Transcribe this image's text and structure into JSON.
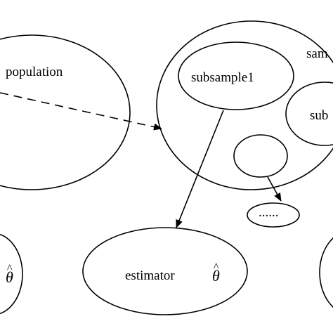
{
  "diagram": {
    "nodes": {
      "population": "population",
      "sample": "sam",
      "subsample1": "subsample1",
      "subsample2": "sub",
      "ellipsis": "......",
      "estimator": "estimator",
      "theta_left": "θ",
      "theta_center": "θ",
      "hat": "^"
    },
    "colors": {
      "stroke": "#000000",
      "background": "#ffffff"
    }
  }
}
